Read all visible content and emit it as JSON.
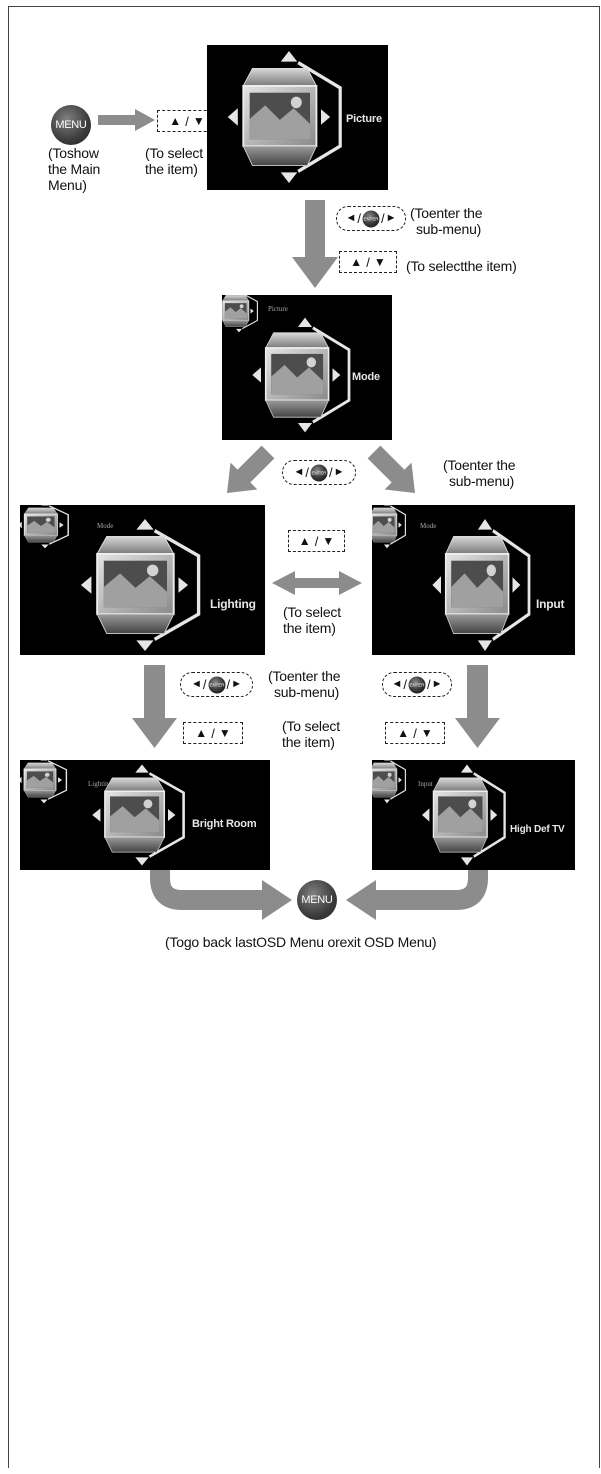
{
  "buttons": {
    "menu": "MENU",
    "enter": "ENTER"
  },
  "keys": {
    "up": "▲",
    "down": "▼",
    "left": "◄",
    "right": "►",
    "slash": "/"
  },
  "notes": {
    "show_main_menu": [
      "(Toshow",
      "the Main",
      "Menu)"
    ],
    "select_item_1": [
      "(To select",
      "the item)"
    ],
    "enter_submenu_1": [
      "(Toenter the",
      "sub-menu)"
    ],
    "select_item_2": "(To selectthe item)",
    "enter_submenu_2": [
      "(Toenter the",
      "sub-menu)"
    ],
    "select_item_3": [
      "(To select",
      "the item)"
    ],
    "enter_submenu_3": [
      "(Toenter the",
      "sub-menu)"
    ],
    "select_item_4": [
      "(To select",
      "the item)"
    ],
    "back_or_exit": "(Togo back lastOSD Menu orexit OSD Menu)"
  },
  "screens": {
    "picture": {
      "label": "Picture"
    },
    "mode": {
      "crumb": "Picture",
      "label": "Mode"
    },
    "lighting": {
      "crumb": "Mode",
      "label": "Lighting"
    },
    "input": {
      "crumb": "Mode",
      "label": "Input"
    },
    "bright_room": {
      "crumb": "Lighting",
      "label": "Bright Room"
    },
    "high_def_tv": {
      "crumb": "Input",
      "label": "High Def TV"
    }
  },
  "colors": {
    "arrow": "#8c8c8c",
    "button": "#3c3c3c",
    "screen_bg": "#000000"
  }
}
